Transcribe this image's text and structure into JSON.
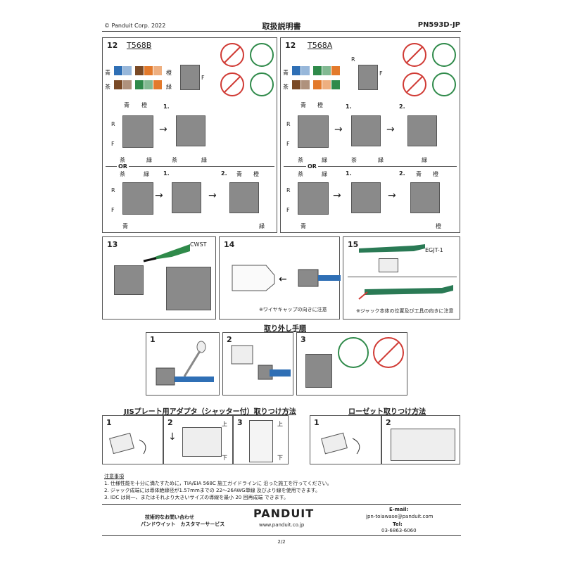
{
  "header": {
    "copyright": "© Panduit Corp. 2022",
    "title": "取扱説明書",
    "part_no": "PN593D-JP"
  },
  "step12_left": {
    "num": "12",
    "standard": "T568B",
    "c_blue": "青",
    "c_orange": "橙",
    "c_brown": "茶",
    "c_green": "緑",
    "r": "R",
    "f": "F",
    "step1": "1.",
    "step2": "2.",
    "or": "OR"
  },
  "step12_right": {
    "num": "12",
    "standard": "T568A",
    "c_blue": "青",
    "c_orange": "橙",
    "c_brown": "茶",
    "c_green": "緑",
    "r": "R",
    "f": "F",
    "step1": "1.",
    "step2": "2.",
    "or": "OR"
  },
  "step13": {
    "num": "13",
    "tool": "CWST"
  },
  "step14": {
    "num": "14",
    "note": "※ワイヤキャップの向きに注意"
  },
  "step15": {
    "num": "15",
    "tool": "EGJT-1",
    "note": "※ジャック本体の位置及び工具の向きに注意"
  },
  "removal": {
    "title": "取り外し手順",
    "s1": "1",
    "s2": "2",
    "s3": "3"
  },
  "jis": {
    "title": "JISプレート用アダプタ（シャッター付）取りつけ方法",
    "s1": "1",
    "s2": "2",
    "s3": "3",
    "up": "上",
    "down": "下"
  },
  "rosette": {
    "title": "ローゼット取りつけ方法",
    "s1": "1",
    "s2": "2"
  },
  "notes": {
    "heading": "注意事項",
    "n1": "1. 仕様性能を十分に満たすために，TIA/EIA 568C 施工ガイドラインに 沿った施工を行ってください。",
    "n2": "2. ジャック成端には導体絶縁径が1.57mmまでの 22～26AWG単線 及びより線を使用できます。",
    "n3": "3. IDC は同一、またはそれより大きいサイズの導線を最小 20 回再成端 できます。"
  },
  "footer": {
    "contact_1": "技術的なお問い合わせ",
    "contact_2": "パンドウイット　カスタマーサービス",
    "brand": "PANDUIT",
    "url": "www.panduit.co.jp",
    "email_label": "E-mail:",
    "email": "jpn-toiawase@panduit.com",
    "tel_label": "Tel:",
    "tel": "03-6863-6060"
  },
  "page": "2/2",
  "colors": {
    "blue": "#2f6fb5",
    "orange": "#e37a2c",
    "brown": "#7a4a26",
    "green": "#2f8a4a",
    "red": "#d03a34",
    "teal": "#2a7a55"
  }
}
